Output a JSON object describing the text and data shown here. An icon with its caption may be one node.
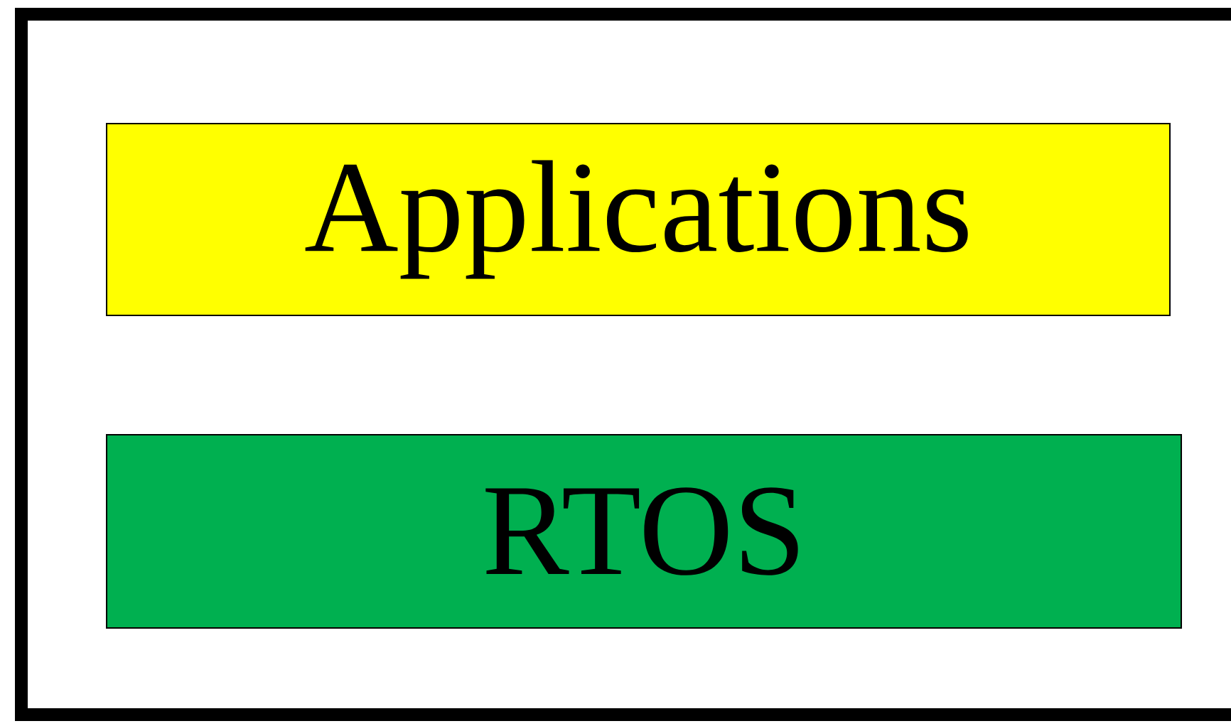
{
  "diagram": {
    "nodes": [
      {
        "text": [],
        "shape": "box"
      },
      {
        "text": [
          "Applications"
        ],
        "in": 0
      },
      {
        "text": [
          "RTOS"
        ],
        "in": 0
      }
    ]
  }
}
